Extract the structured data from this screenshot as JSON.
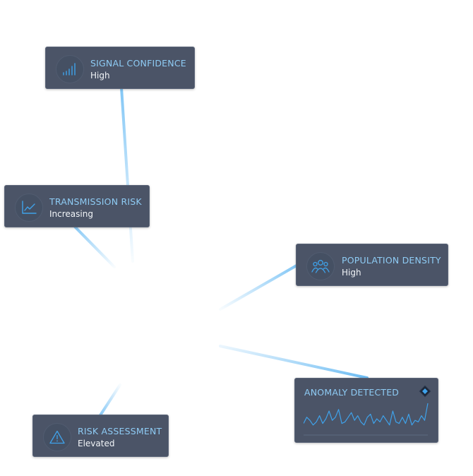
{
  "nodes": {
    "signal_confidence": {
      "title": "SIGNAL CONFIDENCE",
      "value": "High",
      "icon": "signal-bars-icon"
    },
    "transmission_risk": {
      "title": "TRANSMISSION RISK",
      "value": "Increasing",
      "icon": "line-chart-icon"
    },
    "population_density": {
      "title": "POPULATION DENSITY",
      "value": "High",
      "icon": "people-icon"
    },
    "anomaly_detected": {
      "title": "ANOMALY DETECTED",
      "icon": "diamond-alert-icon",
      "sparkline": [
        0.35,
        0.55,
        0.45,
        0.3,
        0.4,
        0.6,
        0.35,
        0.5,
        0.75,
        0.45,
        0.55,
        0.8,
        0.35,
        0.4,
        0.55,
        0.7,
        0.45,
        0.6,
        0.4,
        0.3,
        0.55,
        0.65,
        0.35,
        0.5,
        0.4,
        0.6,
        0.45,
        0.3,
        0.75,
        0.4,
        0.35,
        0.55,
        0.35,
        0.65,
        0.3,
        0.45,
        0.4,
        0.6,
        0.45,
        1.0
      ]
    },
    "risk_assessment": {
      "title": "RISK ASSESSMENT",
      "value": "Elevated",
      "icon": "warning-triangle-icon"
    }
  },
  "colors": {
    "card_bg": "#4b5467",
    "title": "#8ecbf4",
    "value": "#f2f5f8",
    "accent": "#3fa2ea",
    "connector": "#7cc4f5"
  }
}
